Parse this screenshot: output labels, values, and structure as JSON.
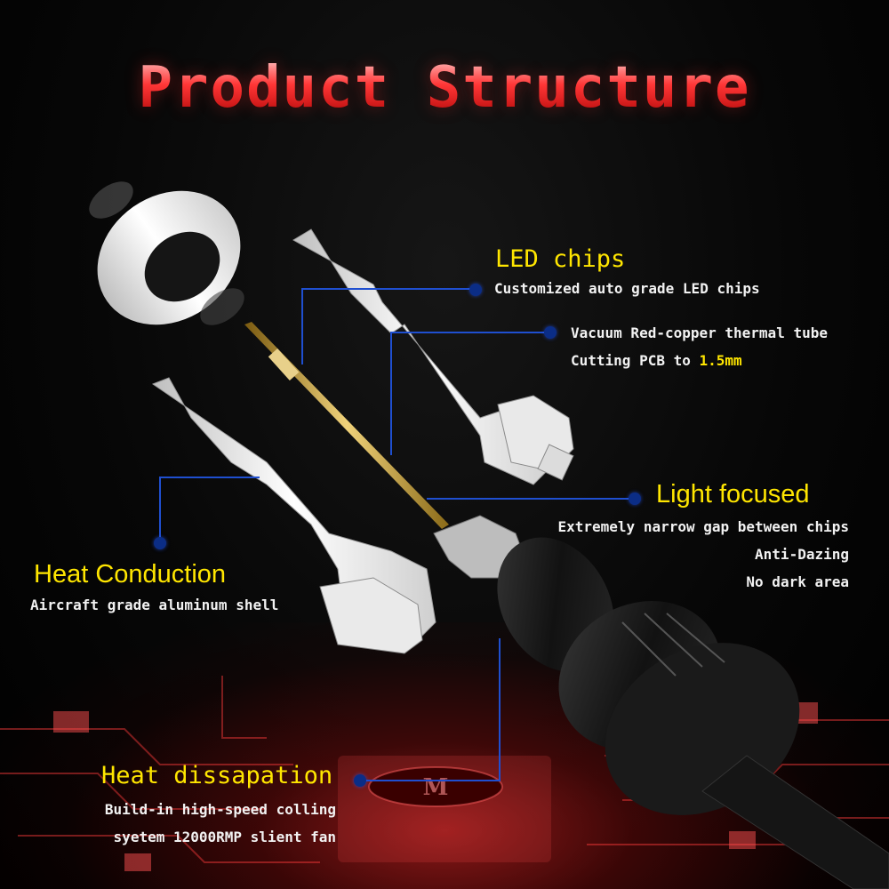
{
  "title": "Product Structure",
  "callouts": {
    "led_chips": {
      "heading": "LED chips",
      "lines": [
        "Customized auto grade LED chips"
      ]
    },
    "thermal_tube": {
      "line1": "Vacuum Red-copper thermal tube",
      "line2_prefix": "Cutting PCB to ",
      "line2_value": "1.5mm"
    },
    "light_focused": {
      "heading": "Light focused",
      "lines": [
        "Extremely narrow gap between chips",
        "Anti-Dazing",
        "No dark area"
      ]
    },
    "heat_conduction": {
      "heading": "Heat Conduction",
      "lines": [
        "Aircraft grade aluminum shell"
      ]
    },
    "heat_dissapation": {
      "heading": "Heat dissapation",
      "lines": [
        "Build-in high-speed colling",
        "syetem 12000RMP slient fan"
      ]
    }
  },
  "colors": {
    "title_red": "#ff3a3a",
    "heading_yellow": "#ffe600",
    "leader_blue": "#1f4fd0",
    "dot_blue": "#0b2d86"
  }
}
